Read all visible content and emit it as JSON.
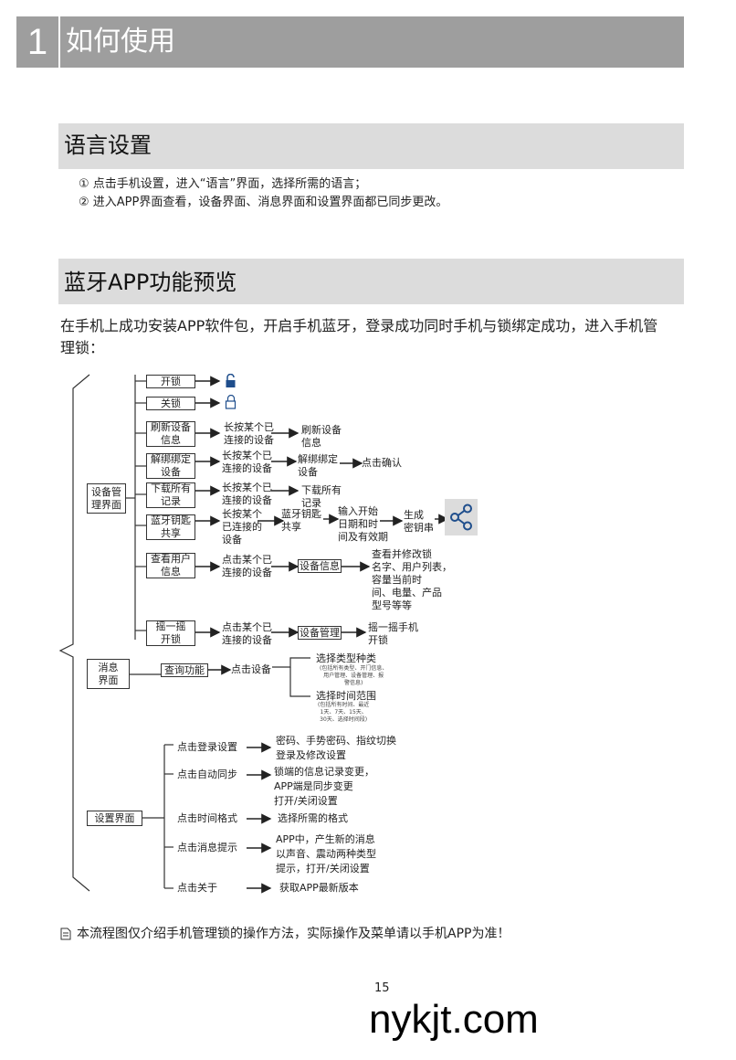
{
  "chapter": {
    "number": "1",
    "title": "如何使用"
  },
  "language_section": {
    "title": "语言设置",
    "steps": [
      "① 点击手机设置，进入“语言”界面，选择所需的语言；",
      "② 进入APP界面查看，设备界面、消息界面和设置界面都已同步更改。"
    ]
  },
  "bluetooth_section": {
    "title": "蓝牙APP功能预览",
    "intro": "在手机上成功安装APP软件包，开启手机蓝牙，登录成功同时手机与锁绑定成功，进入手机管理锁："
  },
  "diagram": {
    "device": {
      "root": "设备管\n理界面",
      "unlock": "开锁",
      "lock": "关锁",
      "refresh": "刷新设备\n信息",
      "refresh_step": "长按某个已\n连接的设备",
      "refresh_result": "刷新设备\n信息",
      "unbind": "解绑绑定\n设备",
      "unbind_step": "长按某个已\n连接的设备",
      "unbind_result": "解绑绑定\n设备",
      "unbind_confirm": "点击确认",
      "download": "下载所有\n记录",
      "download_step": "长按某个已\n连接的设备",
      "download_result": "下载所有\n记录",
      "share": "蓝牙钥匙\n共享",
      "share_step": "长按某个\n已连接的\n设备",
      "share_result": "蓝牙钥匙\n共享",
      "share_input": "输入开始\n日期和时\n间及有效期",
      "share_gen": "生成\n密钥串",
      "users": "查看用户\n信息",
      "users_step": "点击某个已\n连接的设备",
      "users_box": "设备信息",
      "users_result": "查看并修改锁\n名字、用户列表，\n容量当前时\n间、电量、产品\n型号等等",
      "shake": "摇一摇\n开锁",
      "shake_step": "点击某个已\n连接的设备",
      "shake_box": "设备管理",
      "shake_result": "摇一摇手机\n开锁"
    },
    "message": {
      "root": "消息\n界面",
      "query": "查询功能",
      "query_step": "点击设备",
      "opt1_title": "选择类型种类",
      "opt1_detail": "(包括所有类型、开门信息、\n用户管理、设备管理、报\n警信息)",
      "opt2_title": "选择时间范围",
      "opt2_detail": "(包括所有时间、最近\n1天、7天、15天、\n30天、选择时间段)"
    },
    "settings": {
      "root": "设置界面",
      "login": "点击登录设置",
      "login_result": "密码、手势密码、指纹切换\n登录及修改设置",
      "sync": "点击自动同步",
      "sync_result": "锁端的信息记录变更，\nAPP端是同步变更\n打开/关闭设置",
      "time": "点击时间格式",
      "time_result": "选择所需的格式",
      "notify": "点击消息提示",
      "notify_result": "APP中，产生新的消息\n以声音、震动两种类型\n提示，打开/关闭设置",
      "about": "点击关于",
      "about_result": "获取APP最新版本"
    }
  },
  "note": "本流程图仅介绍手机管理锁的操作方法，实际操作及菜单请以手机APP为准！",
  "page_number": "15",
  "watermark": "nykjt.com",
  "colors": {
    "header_dark": "#9e9e9e",
    "header_light": "#dcdcdc",
    "icon_blue": "#1f4e8c"
  }
}
